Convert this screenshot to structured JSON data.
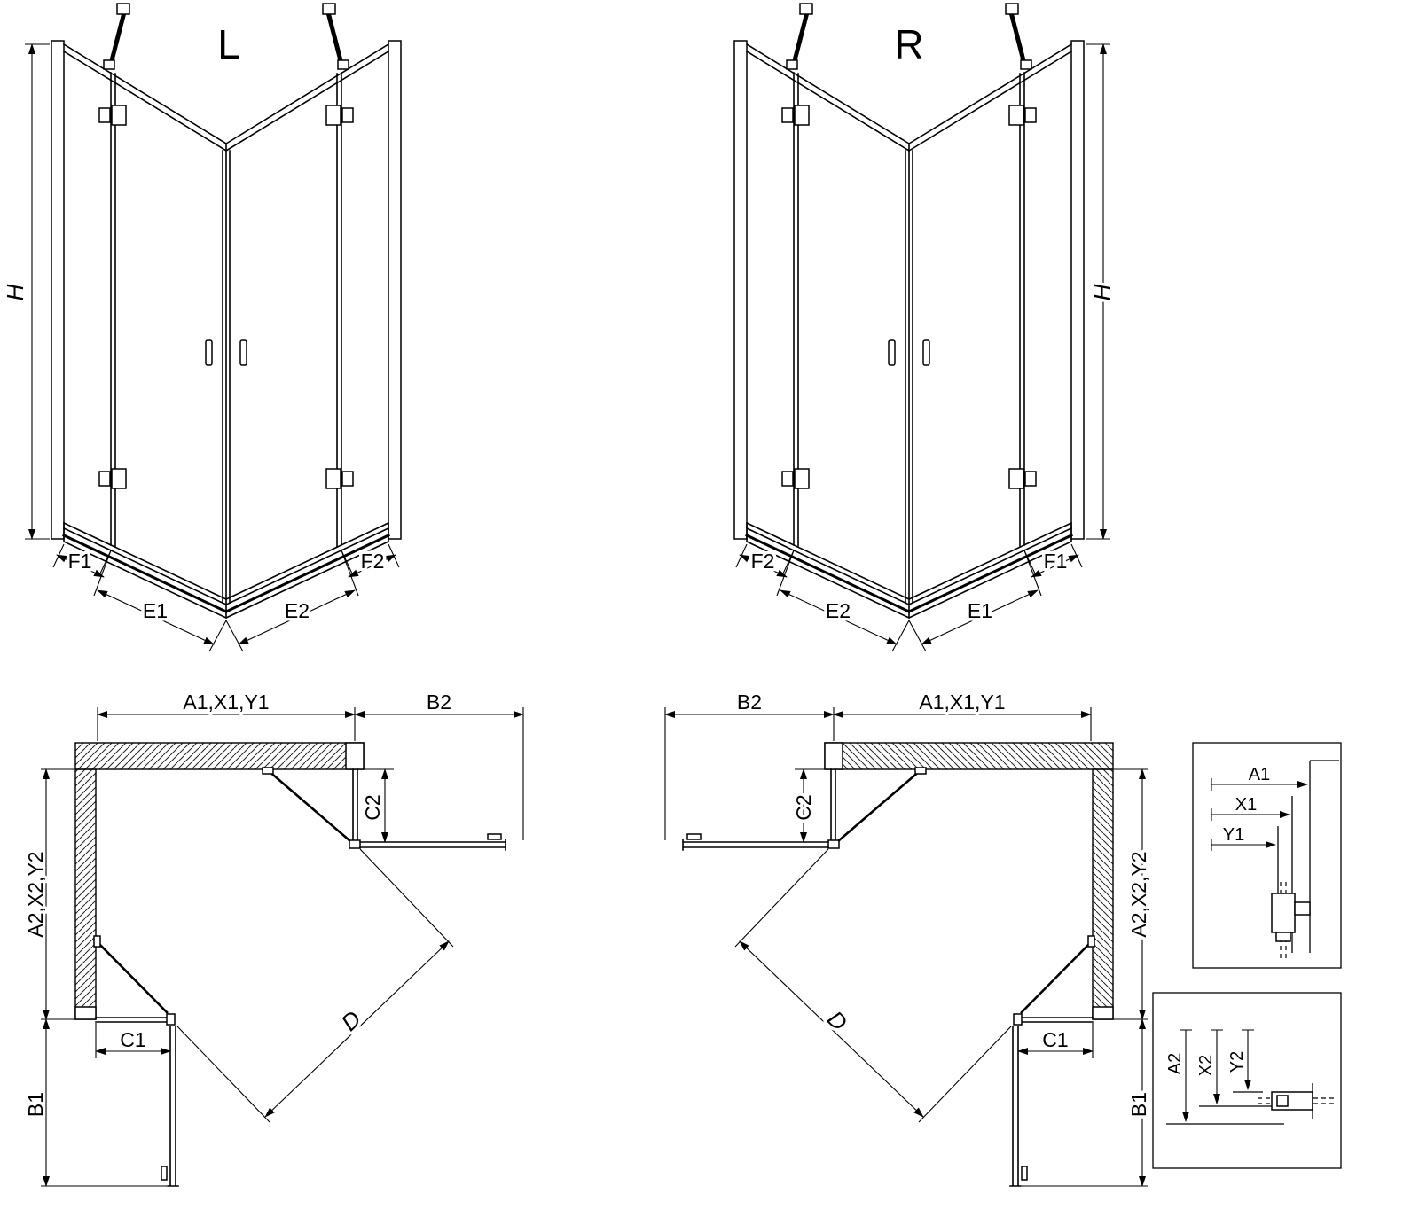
{
  "page": {
    "background": "#ffffff",
    "line_color": "#000000"
  },
  "perspective_left": {
    "variant_label": "L",
    "height": "H",
    "fixed_left": "F1",
    "door_left": "E1",
    "door_right": "E2",
    "fixed_right": "F2"
  },
  "perspective_right": {
    "variant_label": "R",
    "fixed_left": "F2",
    "door_left": "E2",
    "door_right": "E1",
    "fixed_right": "F1",
    "height": "H"
  },
  "plan_left": {
    "width_top": "A1,X1,Y1",
    "door_swing_top": "B2",
    "fixed_return_top": "C2",
    "depth_side": "A2,X2,Y2",
    "fixed_return_side": "C1",
    "door_swing_side": "B1",
    "diagonal_entry": "D"
  },
  "plan_right": {
    "door_swing_top": "B2",
    "width_top": "A1,X1,Y1",
    "fixed_return_top": "C2",
    "depth_side": "A2,X2,Y2",
    "fixed_return_side": "C1",
    "door_swing_side": "B1",
    "diagonal_entry": "D"
  },
  "detail_width_refs": {
    "a1": "A1",
    "x1": "X1",
    "y1": "Y1"
  },
  "detail_depth_refs": {
    "a2": "A2",
    "x2": "X2",
    "y2": "Y2"
  }
}
